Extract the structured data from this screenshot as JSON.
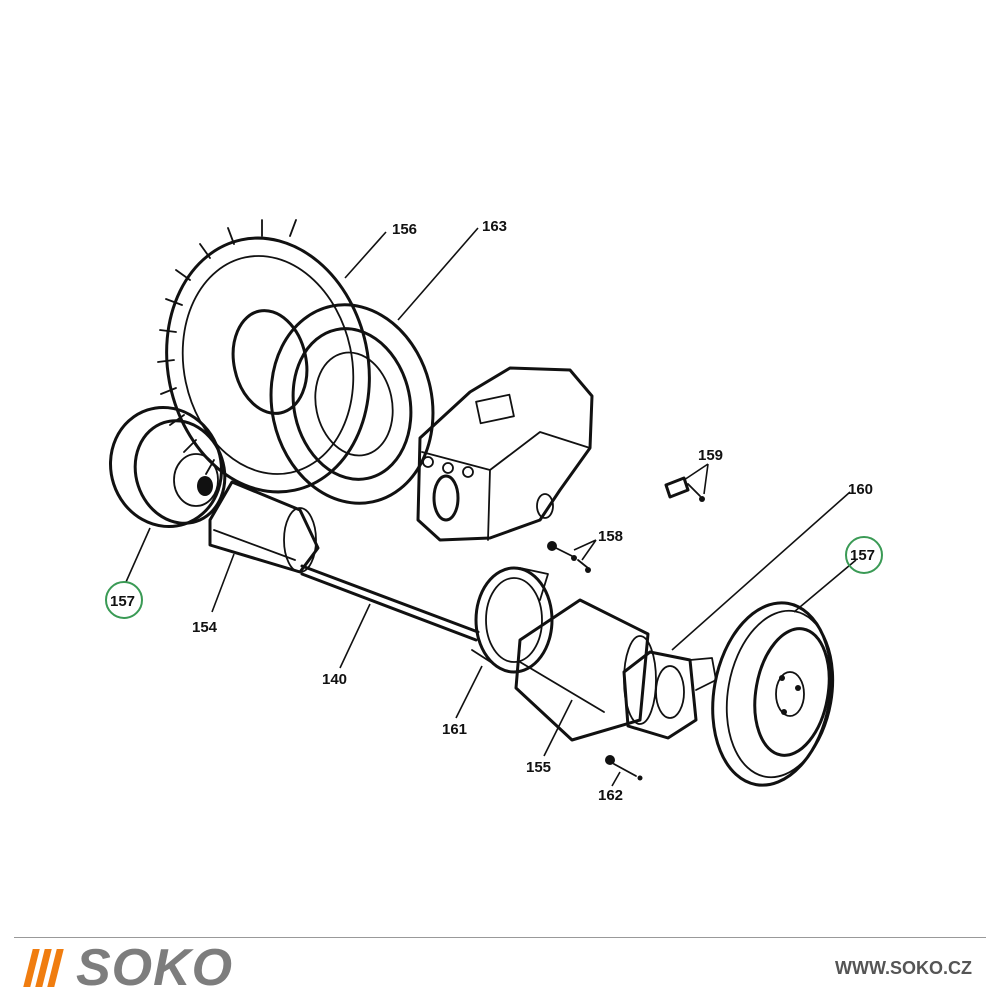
{
  "diagram": {
    "labels": {
      "p156": "156",
      "p163": "163",
      "p159": "159",
      "p160": "160",
      "p158": "158",
      "p157_left": "157",
      "p157_right": "157",
      "p154": "154",
      "p140": "140",
      "p161": "161",
      "p155": "155",
      "p162": "162"
    },
    "highlight_color": "#3a9a55"
  },
  "footer": {
    "brand": "SOKO",
    "url": "WWW.SOKO.CZ",
    "accent_color": "#f07d10",
    "brand_color": "#7d7d7d"
  }
}
